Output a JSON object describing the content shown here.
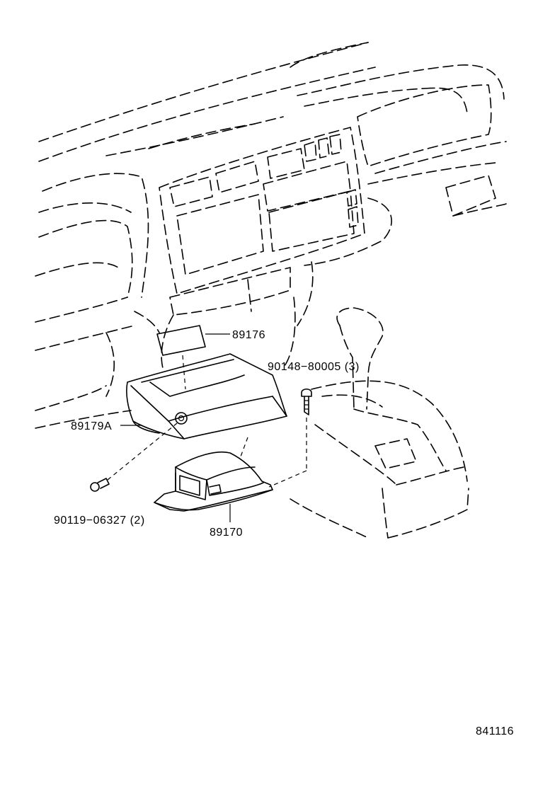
{
  "labels": {
    "p89176": "89176",
    "p90148": "90148−80005 (3)",
    "p89179a": "89179A",
    "p90119": "90119−06327 (2)",
    "p89170": "89170",
    "diagram_number": "841116"
  }
}
